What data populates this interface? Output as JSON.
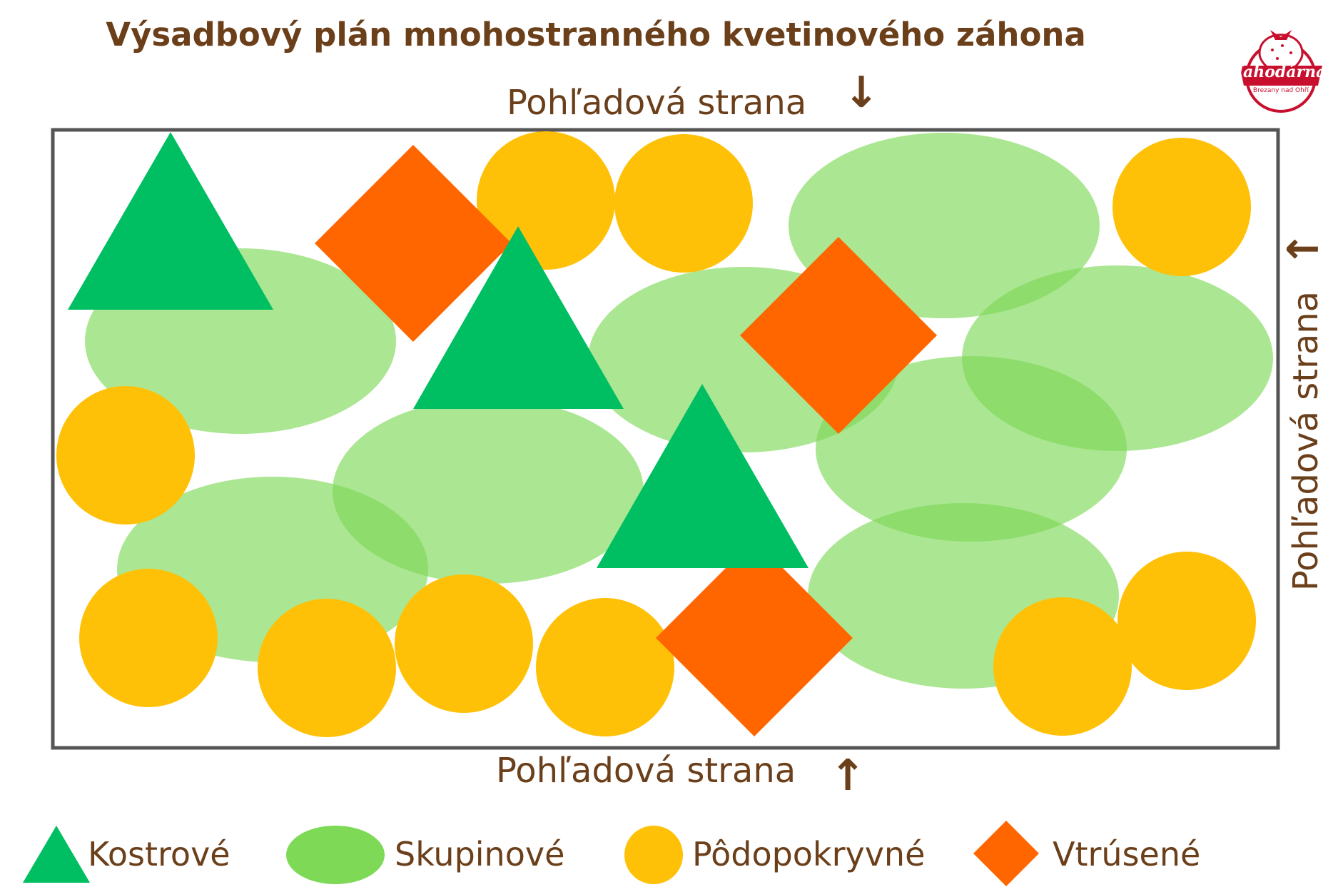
{
  "title": "Výsadbový plán mnohostranného kvetinového záhona",
  "view_side_label": "Pohľadová strana",
  "arrows": {
    "top": "↓",
    "bottom": "↑",
    "right": "←"
  },
  "logo": {
    "name": "Jahodárna",
    "subtitle": "Brezany nad Ohří"
  },
  "legend": [
    {
      "shape": "triangle",
      "label": "Kostrové",
      "color": "#00bf63"
    },
    {
      "shape": "ellipse",
      "label": "Skupinové",
      "color": "#7ed957"
    },
    {
      "shape": "circle",
      "label": "Pôdopokryvné",
      "color": "#ffc107"
    },
    {
      "shape": "diamond",
      "label": "Vtrúsené",
      "color": "#ff6600"
    }
  ],
  "colors": {
    "kostrove": "#00bf63",
    "skupinove": "#7ed957",
    "podopokryvne": "#ffc107",
    "vtrusene": "#ff6600",
    "frame": "#555555",
    "text": "#6b3f1a"
  }
}
